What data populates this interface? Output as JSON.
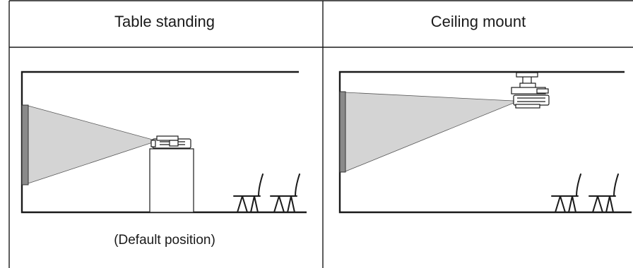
{
  "columns": {
    "left": {
      "header": "Table standing",
      "caption": "(Default position)"
    },
    "right": {
      "header": "Ceiling mount"
    }
  },
  "colors": {
    "line": "#1a1a1a",
    "beam": "#d4d4d4",
    "screen": "#8a8a8a"
  }
}
